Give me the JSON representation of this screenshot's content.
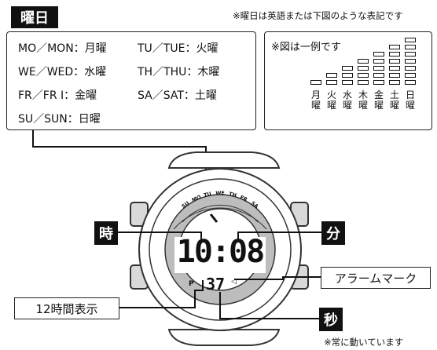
{
  "title_tag": "曜日",
  "top_note": "※曜日は英語または下図のような表記です",
  "day_mapping": [
    [
      "MO／MON：月曜",
      "TU／TUE：火曜"
    ],
    [
      "WE／WED：水曜",
      "TH／THU：木曜"
    ],
    [
      "FR／FR I：金曜",
      "SA／SAT：土曜"
    ],
    [
      "SU／SUN：日曜"
    ]
  ],
  "example": {
    "note": "※図は一例です",
    "days": [
      {
        "top": "月",
        "bottom": "曜",
        "level": 1
      },
      {
        "top": "火",
        "bottom": "曜",
        "level": 2
      },
      {
        "top": "水",
        "bottom": "曜",
        "level": 3
      },
      {
        "top": "木",
        "bottom": "曜",
        "level": 4
      },
      {
        "top": "金",
        "bottom": "曜",
        "level": 5
      },
      {
        "top": "土",
        "bottom": "曜",
        "level": 6
      },
      {
        "top": "日",
        "bottom": "曜",
        "level": 7
      }
    ]
  },
  "watch": {
    "day_ring": [
      "SU",
      "MO",
      "TU",
      "WE",
      "TH",
      "FR",
      "SA"
    ],
    "time": "10:08",
    "seconds": "37",
    "pm_mark": "P",
    "alarm_mark": "◁"
  },
  "labels": {
    "hour": "時",
    "minute": "分",
    "second": "秒",
    "alarm": "アラームマーク",
    "hour12": "12時間表示",
    "moving_note": "※常に動いています"
  },
  "colors": {
    "ink": "#111111",
    "ring_gray": "#bdbdbd",
    "case_gray": "#d9d9d9"
  }
}
